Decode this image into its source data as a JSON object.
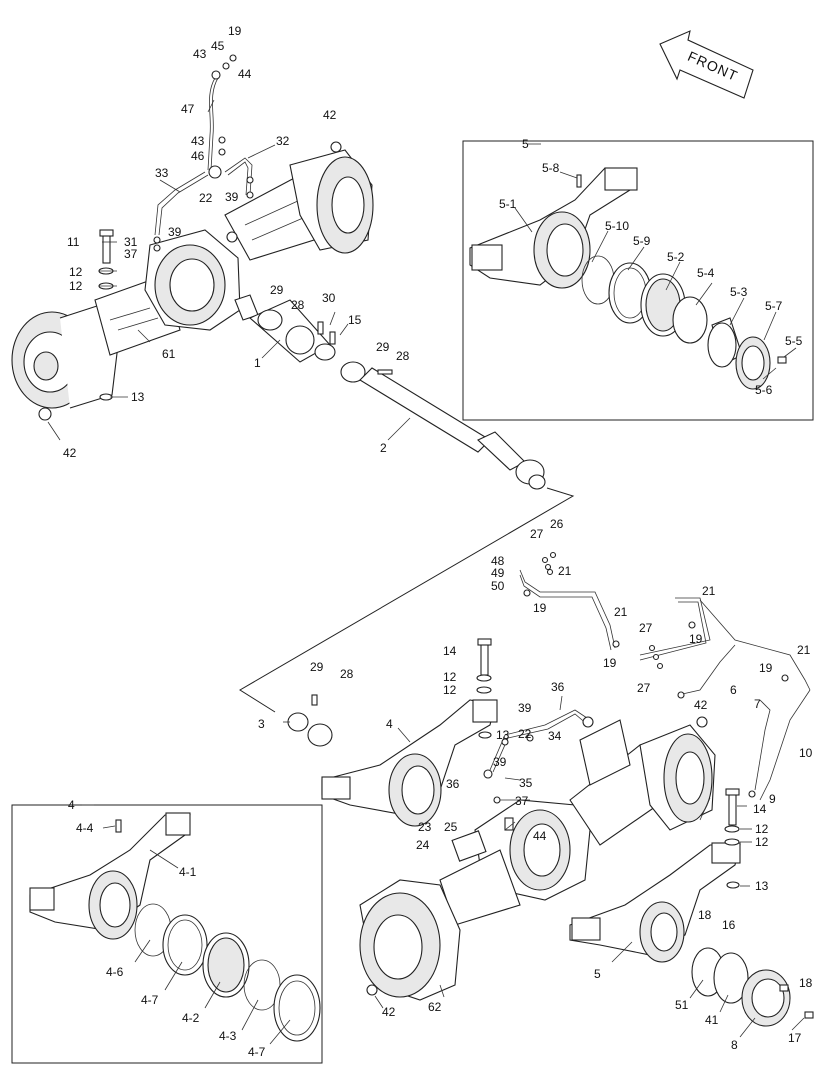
{
  "direction_indicator": "FRONT",
  "callouts": [
    {
      "id": "c1",
      "text": "19"
    },
    {
      "id": "c2",
      "text": "45"
    },
    {
      "id": "c3",
      "text": "43"
    },
    {
      "id": "c4",
      "text": "44"
    },
    {
      "id": "c5",
      "text": "47"
    },
    {
      "id": "c6",
      "text": "43"
    },
    {
      "id": "c7",
      "text": "46"
    },
    {
      "id": "c8",
      "text": "32"
    },
    {
      "id": "c9",
      "text": "33"
    },
    {
      "id": "c10",
      "text": "22"
    },
    {
      "id": "c11",
      "text": "39"
    },
    {
      "id": "c12",
      "text": "42"
    },
    {
      "id": "c13",
      "text": "11"
    },
    {
      "id": "c14",
      "text": "31"
    },
    {
      "id": "c15",
      "text": "37"
    },
    {
      "id": "c16",
      "text": "39"
    },
    {
      "id": "c17",
      "text": "12"
    },
    {
      "id": "c18",
      "text": "12"
    },
    {
      "id": "c19",
      "text": "29"
    },
    {
      "id": "c20",
      "text": "28"
    },
    {
      "id": "c21",
      "text": "30"
    },
    {
      "id": "c22",
      "text": "15"
    },
    {
      "id": "c23",
      "text": "1"
    },
    {
      "id": "c24",
      "text": "61"
    },
    {
      "id": "c25",
      "text": "29"
    },
    {
      "id": "c26",
      "text": "28"
    },
    {
      "id": "c27",
      "text": "13"
    },
    {
      "id": "c28",
      "text": "42"
    },
    {
      "id": "c29",
      "text": "2"
    },
    {
      "id": "c30",
      "text": "5"
    },
    {
      "id": "c31",
      "text": "5-8"
    },
    {
      "id": "c32",
      "text": "5-1"
    },
    {
      "id": "c33",
      "text": "5-10"
    },
    {
      "id": "c34",
      "text": "5-9"
    },
    {
      "id": "c35",
      "text": "5-2"
    },
    {
      "id": "c36",
      "text": "5-4"
    },
    {
      "id": "c37",
      "text": "5-3"
    },
    {
      "id": "c38",
      "text": "5-7"
    },
    {
      "id": "c39",
      "text": "5-5"
    },
    {
      "id": "c40",
      "text": "5-6"
    },
    {
      "id": "c41",
      "text": "27"
    },
    {
      "id": "c42",
      "text": "26"
    },
    {
      "id": "c43",
      "text": "48"
    },
    {
      "id": "c44",
      "text": "49"
    },
    {
      "id": "c45",
      "text": "50"
    },
    {
      "id": "c46",
      "text": "21"
    },
    {
      "id": "c47",
      "text": "19"
    },
    {
      "id": "c48",
      "text": "21"
    },
    {
      "id": "c49",
      "text": "21"
    },
    {
      "id": "c50",
      "text": "19"
    },
    {
      "id": "c51",
      "text": "27"
    },
    {
      "id": "c52",
      "text": "19"
    },
    {
      "id": "c53",
      "text": "27"
    },
    {
      "id": "c54",
      "text": "21"
    },
    {
      "id": "c55",
      "text": "19"
    },
    {
      "id": "c56",
      "text": "6"
    },
    {
      "id": "c57",
      "text": "7"
    },
    {
      "id": "c58",
      "text": "10"
    },
    {
      "id": "c59",
      "text": "14"
    },
    {
      "id": "c60",
      "text": "12"
    },
    {
      "id": "c61",
      "text": "12"
    },
    {
      "id": "c62",
      "text": "29"
    },
    {
      "id": "c63",
      "text": "28"
    },
    {
      "id": "c64",
      "text": "3"
    },
    {
      "id": "c65",
      "text": "4"
    },
    {
      "id": "c66",
      "text": "13"
    },
    {
      "id": "c67",
      "text": "36"
    },
    {
      "id": "c68",
      "text": "39"
    },
    {
      "id": "c69",
      "text": "22"
    },
    {
      "id": "c70",
      "text": "34"
    },
    {
      "id": "c71",
      "text": "42"
    },
    {
      "id": "c72",
      "text": "39"
    },
    {
      "id": "c73",
      "text": "36"
    },
    {
      "id": "c74",
      "text": "35"
    },
    {
      "id": "c75",
      "text": "37"
    },
    {
      "id": "c76",
      "text": "9"
    },
    {
      "id": "c77",
      "text": "14"
    },
    {
      "id": "c78",
      "text": "12"
    },
    {
      "id": "c79",
      "text": "12"
    },
    {
      "id": "c80",
      "text": "13"
    },
    {
      "id": "c81",
      "text": "23"
    },
    {
      "id": "c82",
      "text": "25"
    },
    {
      "id": "c83",
      "text": "24"
    },
    {
      "id": "c84",
      "text": "44"
    },
    {
      "id": "c85",
      "text": "18"
    },
    {
      "id": "c86",
      "text": "16"
    },
    {
      "id": "c87",
      "text": "5"
    },
    {
      "id": "c88",
      "text": "18"
    },
    {
      "id": "c89",
      "text": "51"
    },
    {
      "id": "c90",
      "text": "41"
    },
    {
      "id": "c91",
      "text": "17"
    },
    {
      "id": "c92",
      "text": "8"
    },
    {
      "id": "c93",
      "text": "62"
    },
    {
      "id": "c94",
      "text": "42"
    },
    {
      "id": "c95",
      "text": "4"
    },
    {
      "id": "c96",
      "text": "4-4"
    },
    {
      "id": "c97",
      "text": "4-1"
    },
    {
      "id": "c98",
      "text": "4-6"
    },
    {
      "id": "c99",
      "text": "4-7"
    },
    {
      "id": "c100",
      "text": "4-2"
    },
    {
      "id": "c101",
      "text": "4-3"
    },
    {
      "id": "c102",
      "text": "4-7"
    }
  ]
}
